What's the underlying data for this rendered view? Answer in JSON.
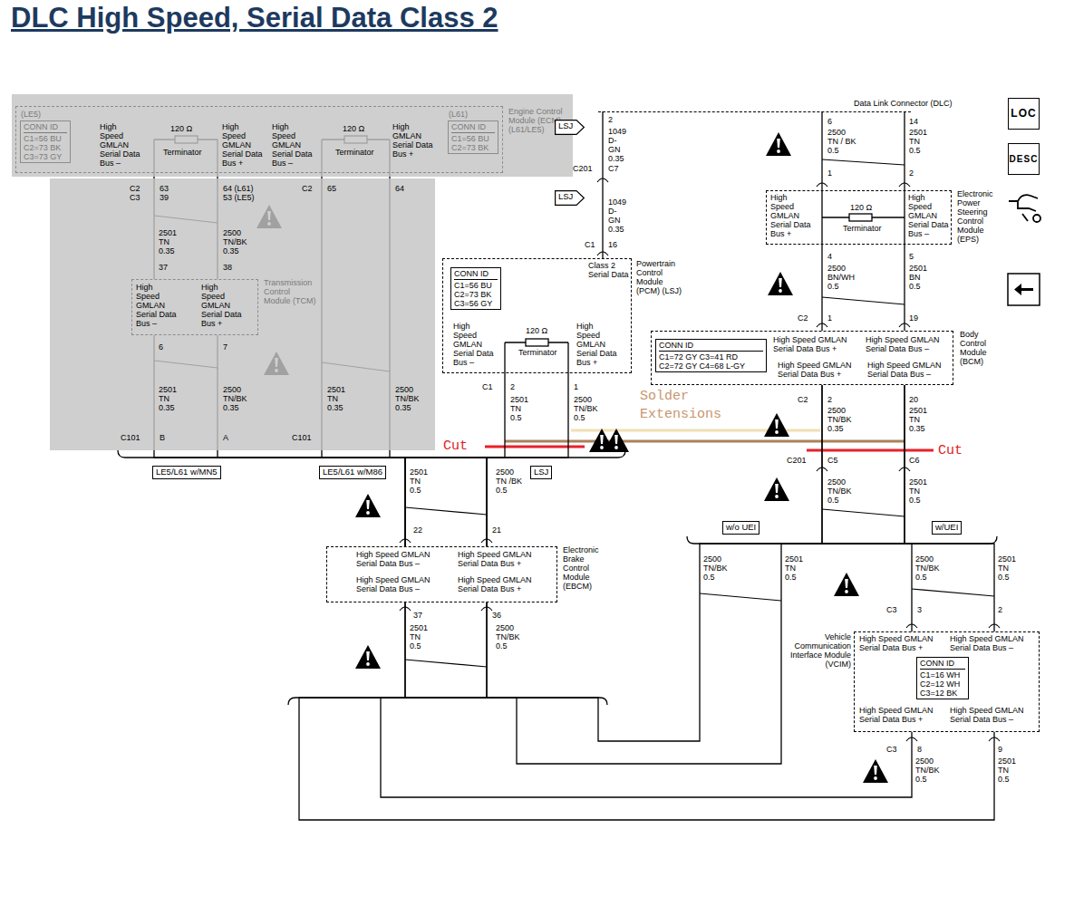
{
  "diagram": {
    "title": "DLC High Speed, Serial Data Class 2",
    "nodes": [
      {
        "text": [
          "Engine Control Module (ECM) (L61/LE5)"
        ]
      },
      {
        "text": [
          "(LE5)",
          "CONN ID",
          "C1=56 BU C2=73 BK C3=73 GY"
        ],
        "in": 0
      },
      {
        "text": [
          "(L61)",
          "CONN ID",
          "C1=56 BU C2=73 BK"
        ],
        "in": 0
      },
      {
        "text": [
          "Transmission Control Module (TCM)"
        ]
      },
      {
        "text": [
          "LE5/L61 w/MN5"
        ]
      },
      {
        "text": [
          "LE5/L61 w/M86"
        ]
      },
      {
        "text": [
          "LSJ"
        ]
      },
      {
        "text": [
          "LSJ"
        ]
      },
      {
        "text": [
          "LSJ"
        ]
      },
      {
        "text": [
          "Data Link Connector (DLC)"
        ]
      },
      {
        "text": [
          "LOC"
        ]
      },
      {
        "text": [
          "DESC"
        ]
      },
      {
        "text": [
          "Electronic Power Steering Control Module (EPS)"
        ]
      },
      {
        "text": [
          "Powertrain Control Module (PCM) (LSJ)",
          "Class 2 Serial Data"
        ]
      },
      {
        "text": [
          "CONN ID",
          "C1=56 BU C2=73 BK C3=56 GY"
        ],
        "in": 13
      },
      {
        "text": [
          "Body Control Module (BCM)"
        ]
      },
      {
        "text": [
          "CONN ID",
          "C1=72 GY C3=41 RD C2=72 GY C4=68 L-GY"
        ],
        "in": 15
      },
      {
        "text": [
          "Electronic Brake Control Module (EBCM)"
        ]
      },
      {
        "text": [
          "w/o UEI"
        ]
      },
      {
        "text": [
          "w/UEI"
        ]
      },
      {
        "text": [
          "Vehicle Communication Interface Module (VCIM)"
        ]
      },
      {
        "text": [
          "CONN ID",
          "C1=16 WH C2=12 WH C3=12 BK"
        ],
        "in": 20
      }
    ],
    "edges": [
      {
        "from": 9,
        "to": 13,
        "arrow": "none"
      },
      {
        "from": 9,
        "to": 12,
        "arrow": "none"
      },
      {
        "from": 9,
        "to": 12,
        "arrow": "none"
      },
      {
        "from": 12,
        "to": 15,
        "arrow": "none"
      },
      {
        "from": 12,
        "to": 15,
        "arrow": "none"
      },
      {
        "from": 0,
        "to": 3,
        "arrow": "none"
      },
      {
        "from": 0,
        "to": 3,
        "arrow": "none"
      },
      {
        "from": 0,
        "to": 17,
        "arrow": "none"
      },
      {
        "from": 0,
        "to": 17,
        "arrow": "none"
      },
      {
        "from": 3,
        "to": 17,
        "arrow": "none"
      },
      {
        "from": 3,
        "to": 17,
        "arrow": "none"
      },
      {
        "from": 13,
        "to": 17,
        "arrow": "none"
      },
      {
        "from": 13,
        "to": 17,
        "arrow": "none"
      },
      {
        "from": 15,
        "to": 20,
        "arrow": "none"
      },
      {
        "from": 15,
        "to": 20,
        "arrow": "none"
      },
      {
        "from": 15,
        "to": 17,
        "arrow": "none"
      },
      {
        "from": 15,
        "to": 17,
        "arrow": "none"
      },
      {
        "from": 17,
        "to": 20,
        "arrow": "none"
      },
      {
        "from": 17,
        "to": 20,
        "arrow": "none"
      }
    ],
    "labels": [
      "High Speed GMLAN Serial Data Bus –",
      "120 Ω",
      "Terminator",
      "High Speed GMLAN Serial Data Bus +",
      "High Speed GMLAN Serial Data Bus –",
      "120 Ω",
      "Terminator",
      "High GMLAN Serial Data Bus +",
      "C2",
      "C3",
      "63",
      "39",
      "64 (L61)",
      "53 (LE5)",
      "C2",
      "65",
      "64",
      "2501 TN 0.35",
      "2500 TN/BK 0.35",
      "37",
      "38",
      "High Speed GMLAN Serial Data Bus –",
      "High Speed GMLAN Serial Data Bus +",
      "6",
      "7",
      "2501 TN 0.35",
      "2500 TN/BK 0.35",
      "2501 TN 0.35",
      "2500 TN/BK 0.35",
      "C101",
      "B",
      "A",
      "C101",
      "2",
      "1049 D-GN 0.35",
      "C201",
      "C7",
      "1049 D-GN 0.35",
      "C1",
      "16",
      "High Speed GMLAN Serial Data Bus –",
      "120 Ω",
      "Terminator",
      "High Speed GMLAN Serial Data Bus +",
      "C1",
      "2",
      "1",
      "2501 TN 0.5",
      "2500 TN/BK 0.5",
      "Solder Extensions",
      "Cut",
      "Cut",
      "2501 TN 0.5",
      "2500 TN /BK 0.5",
      "22",
      "21",
      "High Speed GMLAN Serial Data Bus –",
      "High Speed GMLAN Serial Data Bus +",
      "High Speed GMLAN Serial Data Bus –",
      "High Speed GMLAN Serial Data Bus +",
      "37",
      "36",
      "2501 TN 0.5",
      "2500 TN/BK 0.5",
      "6",
      "14",
      "2500 TN / BK 0.5",
      "2501 TN 0.5",
      "1",
      "2",
      "High Speed GMLAN Serial Data Bus +",
      "120 Ω",
      "Terminator",
      "High Speed GMLAN Serial Data Bus –",
      "4",
      "5",
      "2500 BN/WH 0.5",
      "2501 BN 0.5",
      "C2",
      "1",
      "19",
      "High Speed GMLAN Serial Data Bus +",
      "High Speed GMLAN Serial Data Bus –",
      "High Speed GMLAN Serial Data Bus +",
      "High Speed GMLAN Serial Data Bus –",
      "C2",
      "2",
      "20",
      "2500 TN/BK 0.35",
      "2501 TN 0.35",
      "C201",
      "C5",
      "C6",
      "2500 TN/BK 0.5",
      "2501 TN 0.5",
      "2500 TN/BK 0.5",
      "2501 TN 0.5",
      "2500 TN/BK 0.5",
      "2501 TN 0.5",
      "C3",
      "3",
      "2",
      "High Speed GMLAN Serial Data Bus +",
      "High Speed GMLAN Serial Data Bus –",
      "High Speed GMLAN Serial Data Bus +",
      "High Speed GMLAN Serial Data Bus –",
      "C3",
      "8",
      "9",
      "2500 TN/BK 0.5",
      "2501 TN 0.5"
    ]
  }
}
